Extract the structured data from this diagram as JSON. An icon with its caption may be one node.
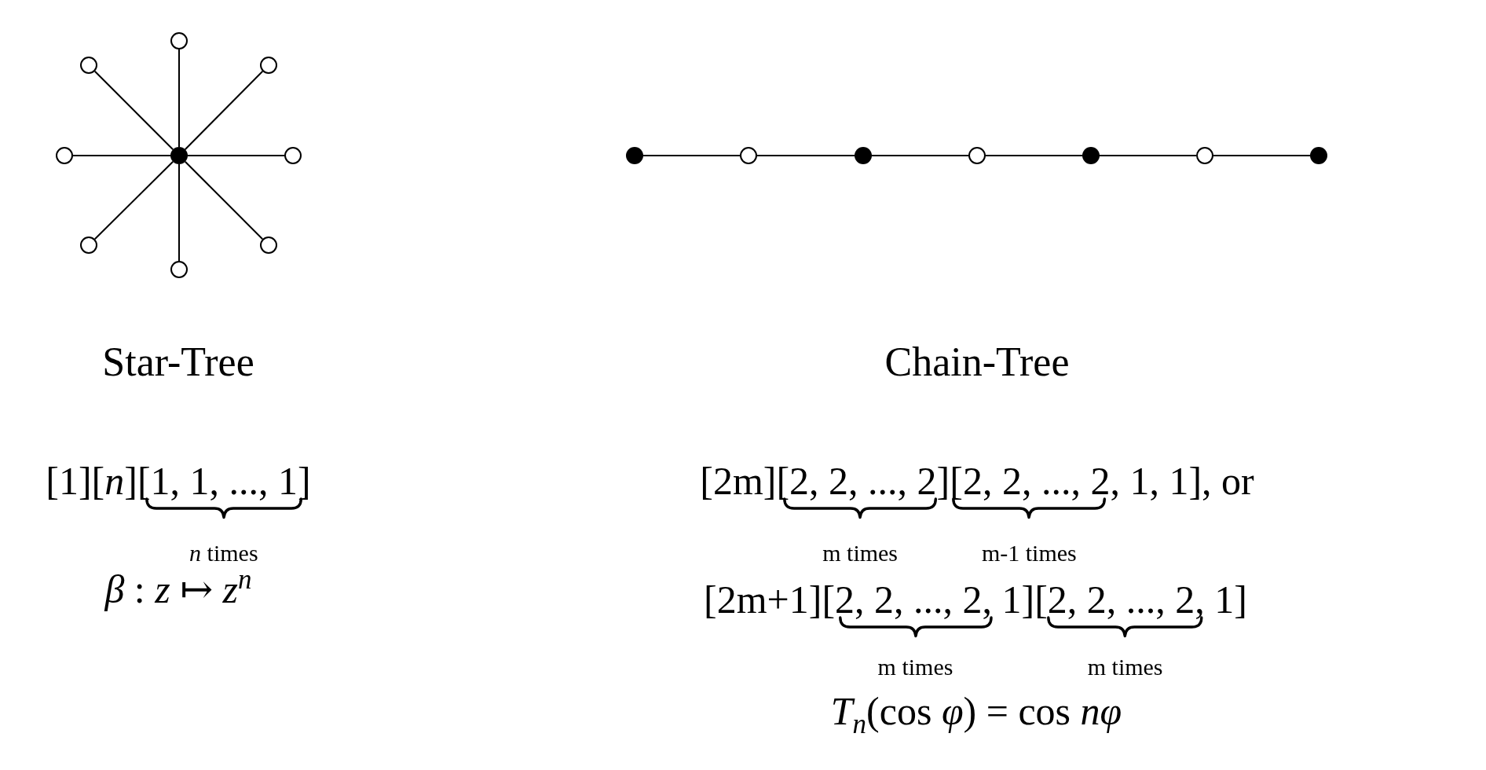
{
  "diagram": {
    "nodes": [
      {
        "text": [],
        "shape": "dot"
      },
      {
        "text": [],
        "shape": "circle"
      },
      {
        "text": [],
        "shape": "circle"
      },
      {
        "text": [],
        "shape": "circle"
      },
      {
        "text": [],
        "shape": "circle"
      },
      {
        "text": [],
        "shape": "circle"
      },
      {
        "text": [],
        "shape": "circle"
      },
      {
        "text": [],
        "shape": "circle"
      },
      {
        "text": [],
        "shape": "circle"
      },
      {
        "text": [],
        "shape": "dot"
      },
      {
        "text": [],
        "shape": "circle"
      },
      {
        "text": [],
        "shape": "dot"
      },
      {
        "text": [],
        "shape": "circle"
      },
      {
        "text": [],
        "shape": "dot"
      },
      {
        "text": [],
        "shape": "circle"
      },
      {
        "text": [],
        "shape": "dot"
      }
    ],
    "edges": [
      {
        "from": 0,
        "to": 1,
        "arrow": "none"
      },
      {
        "from": 0,
        "to": 2,
        "arrow": "none"
      },
      {
        "from": 0,
        "to": 3,
        "arrow": "none"
      },
      {
        "from": 0,
        "to": 4,
        "arrow": "none"
      },
      {
        "from": 0,
        "to": 5,
        "arrow": "none"
      },
      {
        "from": 0,
        "to": 6,
        "arrow": "none"
      },
      {
        "from": 0,
        "to": 7,
        "arrow": "none"
      },
      {
        "from": 0,
        "to": 8,
        "arrow": "none"
      },
      {
        "from": 9,
        "to": 10,
        "arrow": "none"
      },
      {
        "from": 10,
        "to": 11,
        "arrow": "none"
      },
      {
        "from": 11,
        "to": 12,
        "arrow": "none"
      },
      {
        "from": 12,
        "to": 13,
        "arrow": "none"
      },
      {
        "from": 13,
        "to": 14,
        "arrow": "none"
      },
      {
        "from": 14,
        "to": 15,
        "arrow": "none"
      }
    ],
    "labels": [
      "Star-Tree",
      "[1][*n*][1, 1, ..., 1]",
      "*n* times",
      "*β* : *z* ↦ *z*$^{n}$",
      "Chain-Tree",
      "[2m][2, 2, ..., 2][2, 2, ..., 2, 1, 1], or",
      "m times",
      "m-1 times",
      "[2m+1][2, 2, ..., 2, 1][2, 2, ..., 2, 1]",
      "m times",
      "m times",
      "*T*$_{n}$(cos *φ*) = cos *nφ*"
    ]
  }
}
